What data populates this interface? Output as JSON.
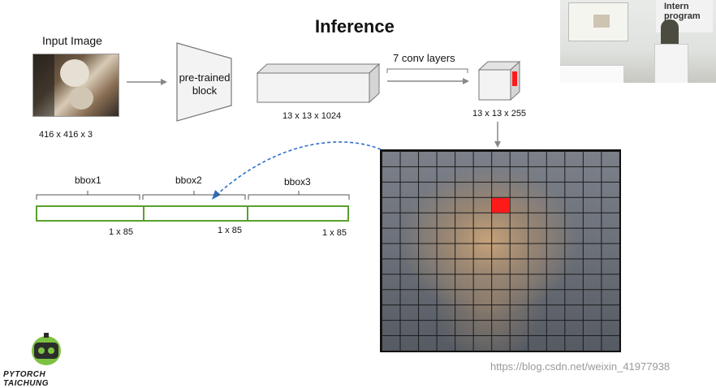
{
  "title": "Inference",
  "input_image": {
    "label": "Input Image",
    "dims": "416 x 416 x 3"
  },
  "pretrained_block": {
    "label_line1": "pre-trained",
    "label_line2": "block"
  },
  "feature_block": {
    "dims": "13 x 13 x 1024"
  },
  "conv_layers": {
    "label": "7 conv layers"
  },
  "output_cube": {
    "dims": "13 x 13 x 255"
  },
  "grid": {
    "rows": 13,
    "cols": 13,
    "highlight_color": "#ff1a1a"
  },
  "bboxes": [
    {
      "name": "bbox1",
      "size": "1 x 85"
    },
    {
      "name": "bbox2",
      "size": "1 x 85"
    },
    {
      "name": "bbox3",
      "size": "1 x 85"
    }
  ],
  "video_overlay": {
    "banner_line1": "Intern",
    "banner_line2": "program"
  },
  "logo": {
    "text": "PYTORCH TAICHUNG"
  },
  "watermark": "https://blog.csdn.net/weixin_41977938",
  "colors": {
    "accent_green": "#5aa02c",
    "arrow_blue": "#2e6fc9",
    "highlight_red": "#ff1a1a"
  }
}
